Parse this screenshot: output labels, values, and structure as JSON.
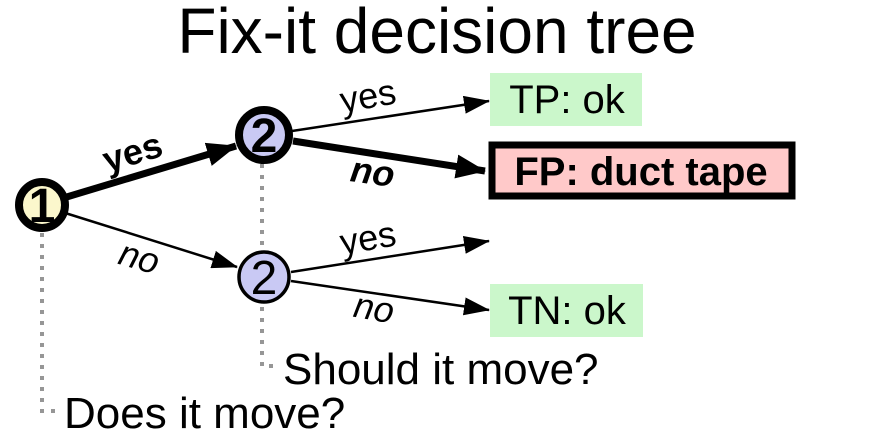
{
  "figure": {
    "title": "Fix-it decision tree"
  },
  "nodes": {
    "root": {
      "label": "1",
      "question": "Does it move?"
    },
    "upper": {
      "label": "2"
    },
    "lower": {
      "label": "2",
      "question": "Should it move?"
    }
  },
  "edges": {
    "root_yes": "yes",
    "root_no": "no",
    "upper_yes": "yes",
    "upper_no": "no",
    "lower_yes": "yes",
    "lower_no": "no"
  },
  "leaves": {
    "tp": "TP: ok",
    "fp": "FP: duct tape",
    "tn": "TN: ok"
  },
  "colors": {
    "root_fill": "#FBF7CC",
    "branch_fill": "#C9C9F4",
    "ok_bg": "#CBF7CB",
    "alert_bg": "#FFC9C9",
    "dashed": "#969696",
    "ink": "#000000"
  }
}
